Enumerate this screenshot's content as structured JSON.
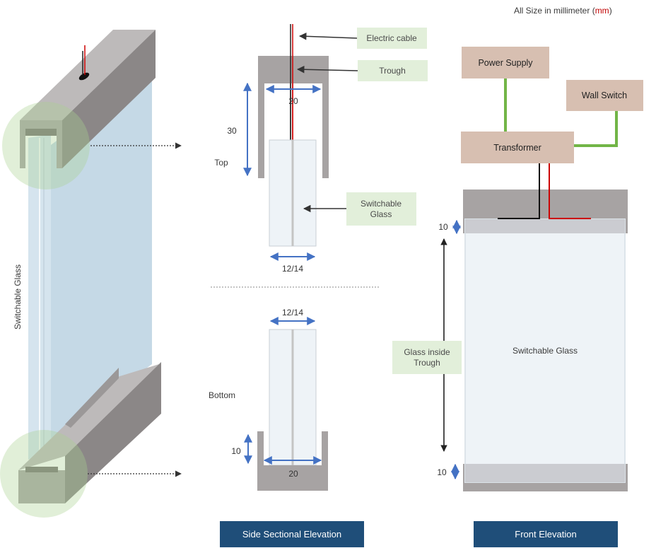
{
  "note": {
    "prefix": "All Size in millimeter (",
    "unit": "mm",
    "suffix": ")"
  },
  "iso_view": {
    "label": "Switchable Glass"
  },
  "side_section": {
    "labels": {
      "electric_cable": "Electric cable",
      "trough": "Trough",
      "switchable_glass_line1": "Switchable",
      "switchable_glass_line2": "Glass",
      "top": "Top",
      "bottom": "Bottom"
    },
    "dimensions": {
      "top_trough_width": "20",
      "top_height": "30",
      "top_glass_thickness": "12/14",
      "bottom_glass_thickness": "12/14",
      "bottom_depth": "10",
      "bottom_trough_width": "20"
    },
    "caption": "Side Sectional Elevation"
  },
  "front_elevation": {
    "boxes": {
      "power_supply": "Power Supply",
      "wall_switch": "Wall Switch",
      "transformer": "Transformer"
    },
    "glass_label": "Switchable Glass",
    "glass_inside_trough_line1": "Glass inside",
    "glass_inside_trough_line2": "Trough",
    "dimensions": {
      "top_inset": "10",
      "bottom_inset": "10"
    },
    "caption": "Front Elevation"
  },
  "colors": {
    "trough_gray": "#a7a3a3",
    "glass_blue": "#c5d9e6",
    "label_green": "#e2efda",
    "box_tan": "#d7bfb1",
    "connector_green": "#72b547",
    "dimension_blue": "#4472c4",
    "caption_navy": "#1f4e79",
    "cable_red": "#cc0000",
    "unit_red": "#c00000"
  }
}
